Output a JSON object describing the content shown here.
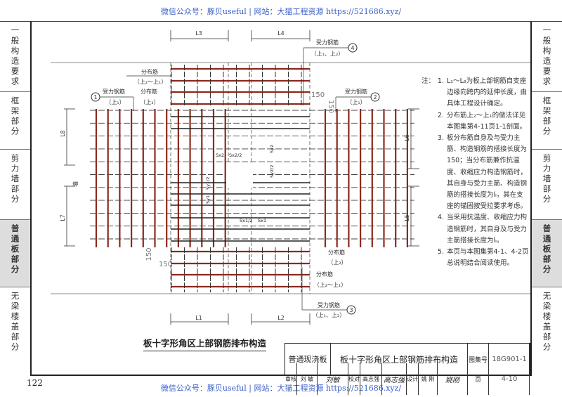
{
  "watermark_top": "微信公众号：豚贝useful | 网站：大猫工程资源 https://521686.xyz/",
  "watermark_bottom": "微信公众号：豚贝useful | 网站：大猫工程资源 https://521686.xyz/",
  "sidebar": {
    "items": [
      {
        "label": "一般构造要求",
        "active": false
      },
      {
        "label": "框架部分",
        "active": false
      },
      {
        "label": "剪力墙部分",
        "active": false
      },
      {
        "label": "普通板部分",
        "active": true
      },
      {
        "label": "无梁楼盖部分",
        "active": false
      }
    ]
  },
  "drawing": {
    "dims": {
      "L1": "L1",
      "L2": "L2",
      "L3": "L3",
      "L4": "L4",
      "L5": "L5",
      "L6": "L6",
      "L7": "L7",
      "L8": "L8"
    },
    "wall": "墙",
    "lap_150": "150",
    "spacing": {
      "sx2": "Sx2",
      "sx2h": "Sx2/2",
      "sy2": "Sy2",
      "sy2h": "Sy2/2",
      "sy1": "Sy1",
      "sy1h": "Sy1/2",
      "sx1": "Sx1",
      "sx1h": "Sx1/2"
    },
    "callouts": {
      "c1": {
        "num": "1",
        "title": "受力钢筋",
        "sub": "（上₁）"
      },
      "c2": {
        "num": "2",
        "title": "受力钢筋",
        "sub": "（上₁）"
      },
      "c3": {
        "num": "3",
        "title": "受力钢筋",
        "sub": "（上₁、上₂）"
      },
      "c4": {
        "num": "4",
        "title": "受力钢筋",
        "sub": "（上₁、上₂）"
      },
      "dist_top_l": {
        "title": "分布筋",
        "sub": "（上₂～上₁）"
      },
      "dist_left": {
        "title": "分布筋",
        "sub": "（上₂）"
      },
      "dist_right": {
        "title": "分布筋",
        "sub": "（上₂）"
      },
      "dist_bottom": {
        "title": "分布筋",
        "sub": "（上₂～上₁）"
      }
    },
    "title": "板十字形角区上部钢筋排布构造",
    "rebar_color": "#8b2a1c"
  },
  "notes": {
    "head": "注：",
    "items": [
      {
        "n": "1.",
        "text": "L₁～L₈为板上部钢筋自支座边缘向跨内的延伸长度，由具体工程设计确定。"
      },
      {
        "n": "2.",
        "text": "分布筋上₂～上₁的做法详见本图集第4-11页1-1剖面。"
      },
      {
        "n": "3.",
        "text": "板分布筋自身及与受力主筋、构造钢筋的搭接长度为150；当分布筋兼作抗温度、收缩应力构造钢筋时，其自身与受力主筋、构造钢筋的搭接长度为lₗ，其在支座的锚固按受拉要求考虑。"
      },
      {
        "n": "4.",
        "text": "当采用抗温度、收缩应力构造钢筋时，其自身及与受力主筋搭接长度为lₗ。"
      },
      {
        "n": "5.",
        "text": "本页与本图集第4-1、4-2页总说明结合阅读使用。"
      }
    ]
  },
  "title_block": {
    "category": "普通现浇板",
    "title": "板十字形角区上部钢筋排布构造",
    "atlas_label": "图集号",
    "atlas_no": "18G901-1",
    "review_label": "审核",
    "reviewer": "刘 敏",
    "reviewer_sig": "刘敏",
    "check_label": "校对",
    "checker": "高志强",
    "checker_sig": "高志强",
    "design_label": "设计",
    "designer": "姚 刚",
    "designer_sig": "姚刚",
    "page_label": "页",
    "page_no": "4-10"
  },
  "page_number": "122"
}
